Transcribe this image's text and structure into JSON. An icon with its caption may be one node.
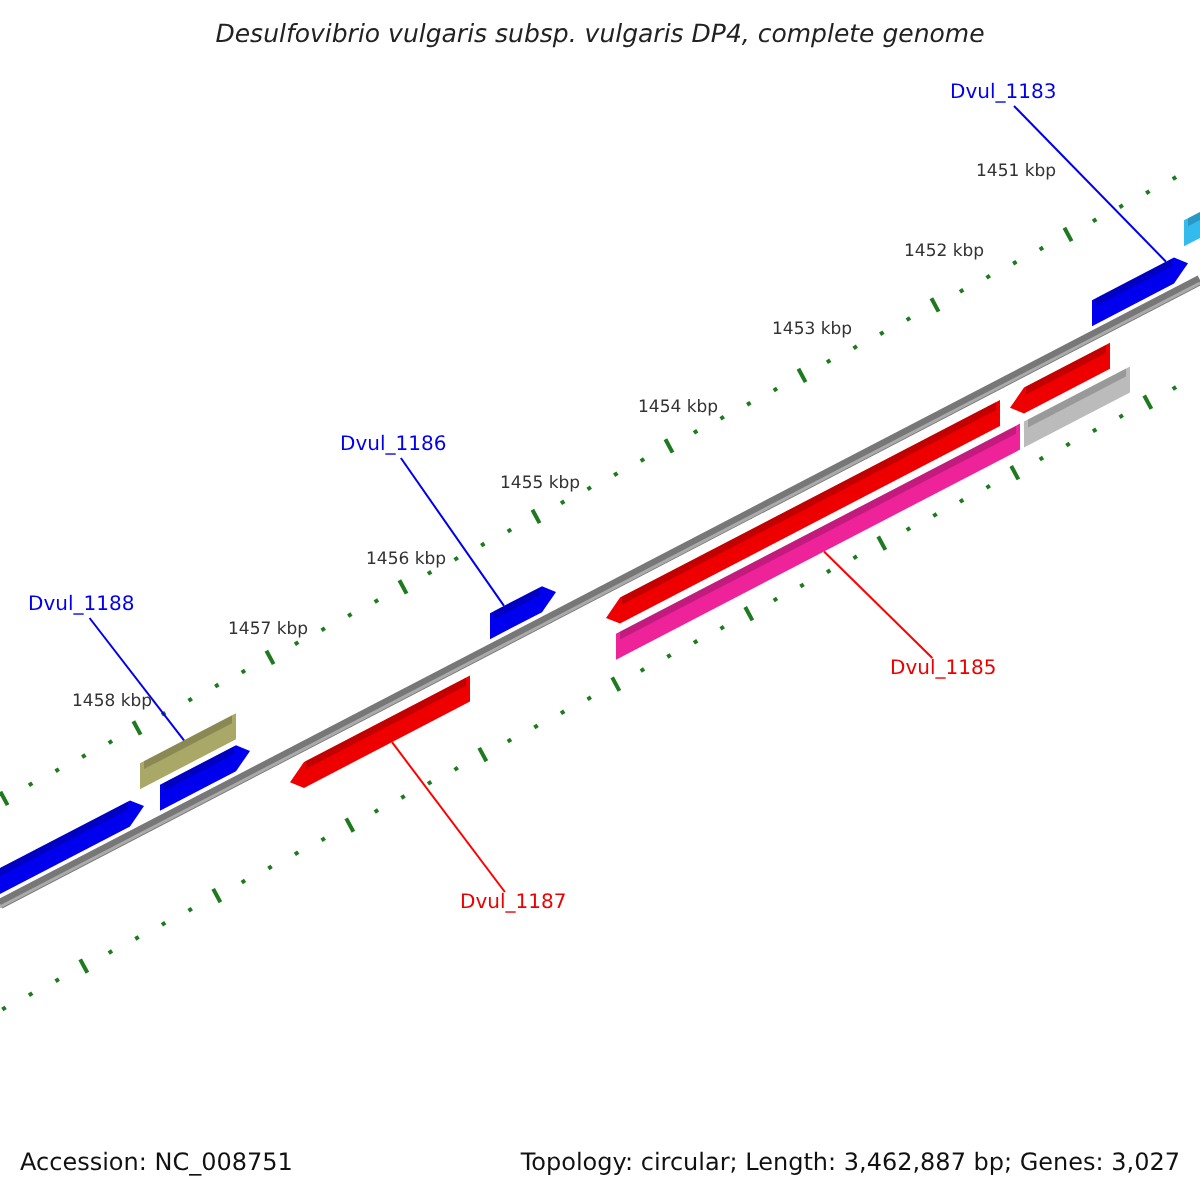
{
  "diagram": {
    "title": "Desulfovibrio vulgaris subsp. vulgaris DP4, complete genome",
    "nodes": [
      {
        "text": [
          "Dvul_1183"
        ]
      },
      {
        "text": [],
        "shape": "bar"
      },
      {
        "text": [
          "Dvul_1186"
        ]
      },
      {
        "text": [],
        "shape": "bar"
      },
      {
        "text": [
          "Dvul_1188"
        ]
      },
      {
        "text": [],
        "shape": "bar"
      },
      {
        "text": [
          "Dvul_1185"
        ]
      },
      {
        "text": [],
        "shape": "bar"
      },
      {
        "text": [
          "Dvul_1187"
        ]
      },
      {
        "text": [],
        "shape": "bar"
      },
      {
        "text": [],
        "shape": "bar"
      },
      {
        "text": [],
        "shape": "bar"
      },
      {
        "text": [],
        "shape": "bar"
      },
      {
        "text": [],
        "shape": "bar"
      },
      {
        "text": [],
        "shape": "bar"
      },
      {
        "text": [],
        "shape": "bar"
      }
    ],
    "edges": [
      {
        "from": 0,
        "to": 1,
        "arrow": "none"
      },
      {
        "from": 2,
        "to": 3,
        "arrow": "none"
      },
      {
        "from": 4,
        "to": 5,
        "arrow": "none"
      },
      {
        "from": 6,
        "to": 7,
        "arrow": "none",
        "color": "#ff0000"
      },
      {
        "from": 8,
        "to": 9,
        "arrow": "none",
        "color": "#ff0000"
      }
    ],
    "labels": [
      "1451 kbp",
      "1452 kbp",
      "1453 kbp",
      "1454 kbp",
      "1455 kbp",
      "1456 kbp",
      "1457 kbp",
      "1458 kbp",
      "Accession: NC_008751",
      "Topology: circular; Length: 3,462,887 bp; Genes: 3,027"
    ]
  }
}
